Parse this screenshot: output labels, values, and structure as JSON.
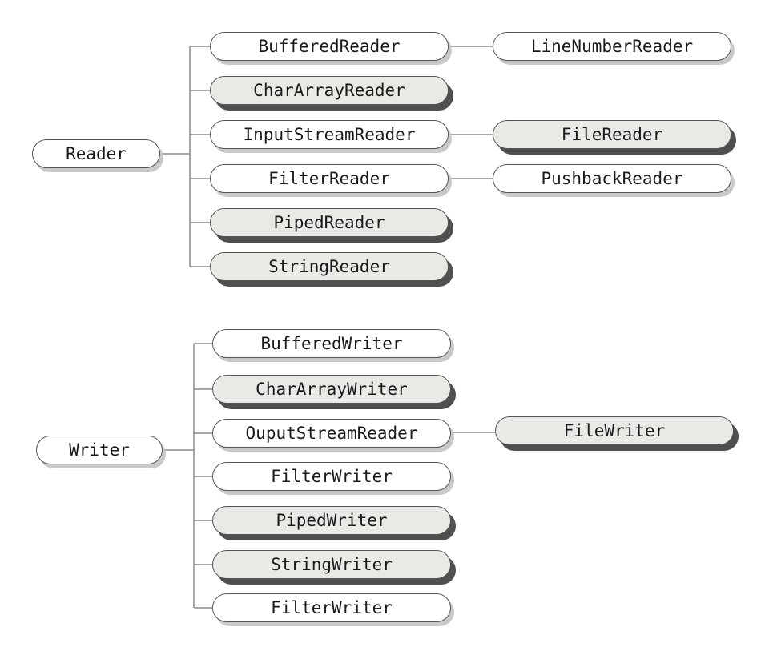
{
  "colors": {
    "line": "#8a8a8a",
    "border": "#555555",
    "shadow": "#4f4f4f",
    "shaded_fill": "#e9e9e6",
    "plain_fill": "#ffffff"
  },
  "reader_tree": {
    "root": "Reader",
    "children": [
      {
        "label": "BufferedReader",
        "shaded": false,
        "child": {
          "label": "LineNumberReader",
          "shaded": false
        }
      },
      {
        "label": "CharArrayReader",
        "shaded": true
      },
      {
        "label": "InputStreamReader",
        "shaded": false,
        "child": {
          "label": "FileReader",
          "shaded": true
        }
      },
      {
        "label": "FilterReader",
        "shaded": false,
        "child": {
          "label": "PushbackReader",
          "shaded": false
        }
      },
      {
        "label": "PipedReader",
        "shaded": true
      },
      {
        "label": "StringReader",
        "shaded": true
      }
    ]
  },
  "writer_tree": {
    "root": "Writer",
    "children": [
      {
        "label": "BufferedWriter",
        "shaded": false
      },
      {
        "label": "CharArrayWriter",
        "shaded": true
      },
      {
        "label": "OuputStreamReader",
        "shaded": false,
        "child": {
          "label": "FileWriter",
          "shaded": true
        }
      },
      {
        "label": "FilterWriter",
        "shaded": false
      },
      {
        "label": "PipedWriter",
        "shaded": true
      },
      {
        "label": "StringWriter",
        "shaded": true
      },
      {
        "label": "FilterWriter",
        "shaded": false
      }
    ]
  }
}
